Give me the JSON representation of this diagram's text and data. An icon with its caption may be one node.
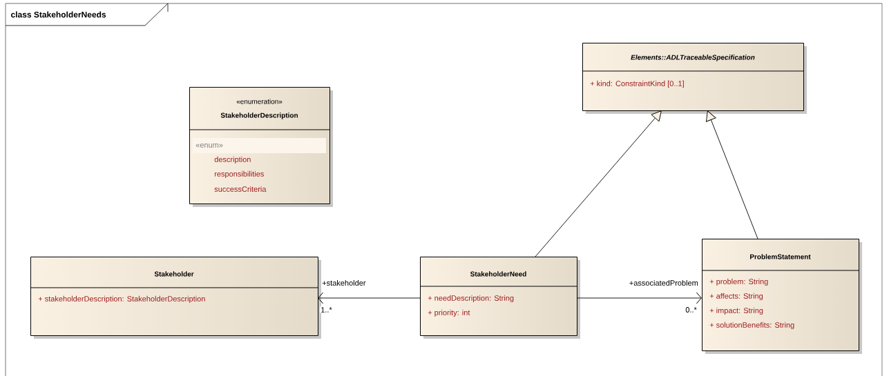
{
  "diagram": {
    "title": "class StakeholderNeeds",
    "nodes": [
      {
        "text": [
          "«enumeration»",
          "StakeholderDescription",
          "«enum»",
          "description",
          "responsibilities",
          "successCriteria"
        ]
      },
      {
        "text": [
          "Elements::ADLTraceableSpecification",
          "+ kind: ConstraintKind [0..1]"
        ]
      },
      {
        "text": [
          "Stakeholder",
          "+ stakeholderDescription: StakeholderDescription"
        ]
      },
      {
        "text": [
          "StakeholderNeed",
          "+ needDescription: String",
          "+ priority: int"
        ]
      },
      {
        "text": [
          "ProblemStatement",
          "+ problem: String",
          "+ affects: String",
          "+ impact: String",
          "+ solutionBenefits: String"
        ]
      }
    ],
    "edges": [
      {
        "from": 3,
        "to": 1,
        "arrow": "to"
      },
      {
        "from": 4,
        "to": 1,
        "arrow": "to"
      },
      {
        "from": 3,
        "to": 2,
        "arrow": "to",
        "label": "+stakeholder"
      },
      {
        "from": 3,
        "to": 4,
        "arrow": "to",
        "label": "+associatedProblem"
      }
    ],
    "labels": [
      "1..*",
      "0..*"
    ]
  }
}
